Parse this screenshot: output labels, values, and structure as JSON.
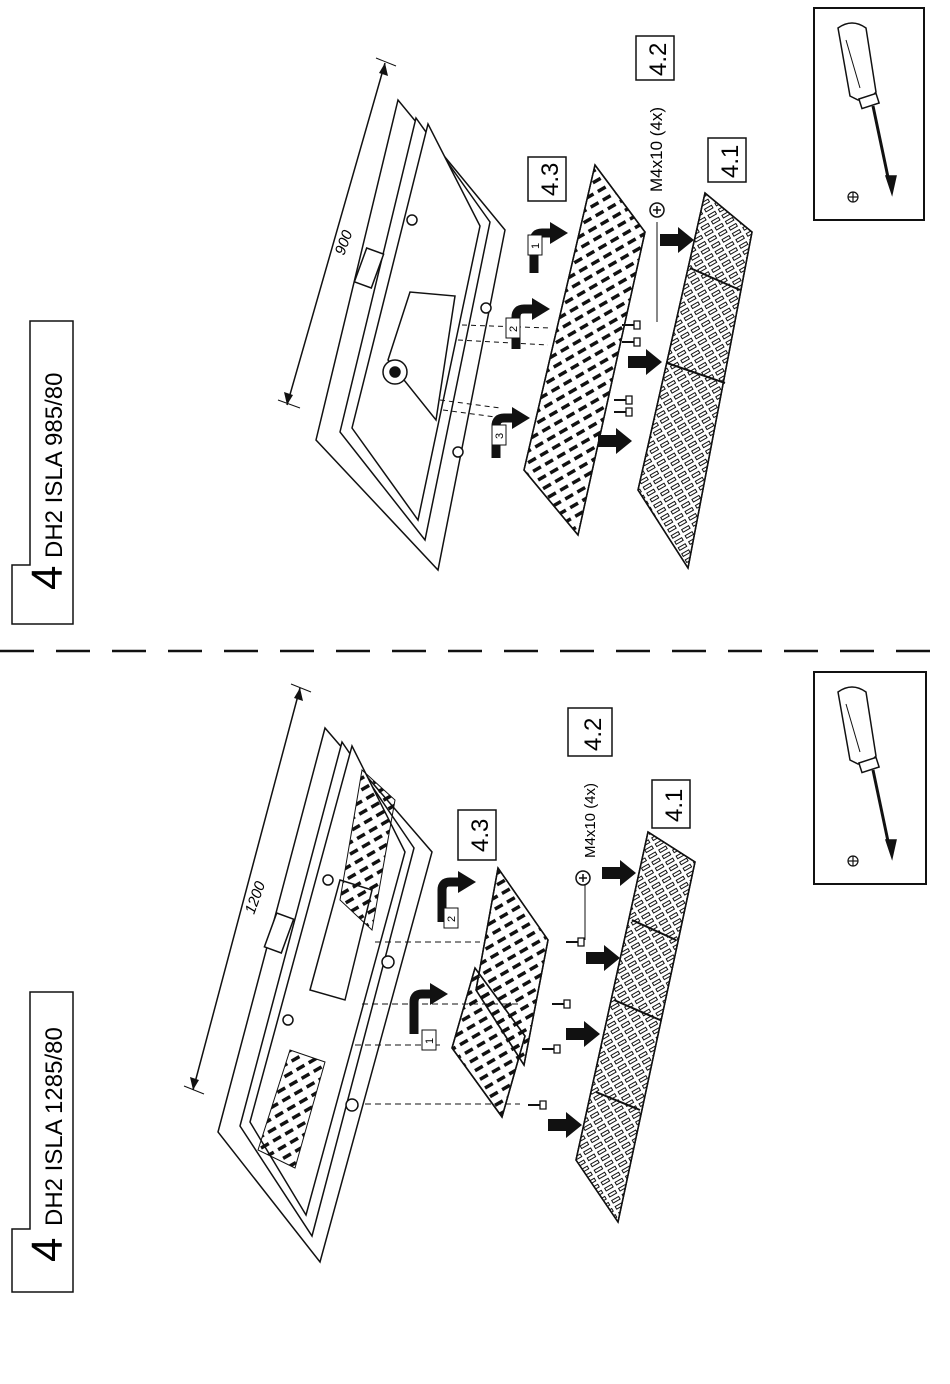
{
  "top_panel": {
    "step_number": "4",
    "model": "DH2  ISLA 985/80",
    "width_dim": "900",
    "callouts": {
      "filter": "4.1",
      "screw": "4.2",
      "panel": "4.3"
    },
    "screw_spec": "M4x10 (4x)",
    "order_steps": [
      "1",
      "2",
      "3"
    ]
  },
  "bottom_panel": {
    "step_number": "4",
    "model": "DH2  ISLA 1285/80",
    "width_dim": "1200",
    "callouts": {
      "filter": "4.1",
      "screw": "4.2",
      "panel": "4.3"
    },
    "screw_spec": "M4x10 (4x)",
    "order_steps": [
      "1",
      "2"
    ]
  },
  "tool": {
    "name": "screwdriver-icon",
    "bit": "phillips-icon"
  }
}
